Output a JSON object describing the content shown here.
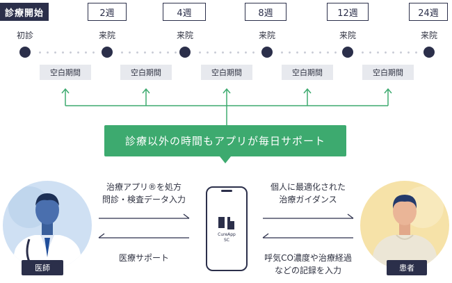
{
  "timeline": {
    "start_label": "診療開始",
    "weeks": [
      "2週",
      "4週",
      "8週",
      "12週",
      "24週"
    ],
    "visits": [
      "初診",
      "来院",
      "来院",
      "来院",
      "来院",
      "来院"
    ],
    "blank_period": "空白期間"
  },
  "banner": "診療以外の時間もアプリが毎日サポート",
  "doctor": {
    "label": "医師",
    "outgoing": [
      "治療アプリ®を処方",
      "問診・検査データ入力"
    ],
    "incoming": "医療サポート"
  },
  "patient": {
    "label": "患者",
    "incoming": [
      "個人に最適化された",
      "治療ガイダンス"
    ],
    "outgoing": [
      "呼気CO濃度や治療経過",
      "などの記録を入力"
    ]
  },
  "app": {
    "name": "CureApp",
    "sub": "SC"
  },
  "colors": {
    "navy": "#2b2f4a",
    "green": "#3daa6f",
    "gray_box": "#e7e9ee"
  }
}
